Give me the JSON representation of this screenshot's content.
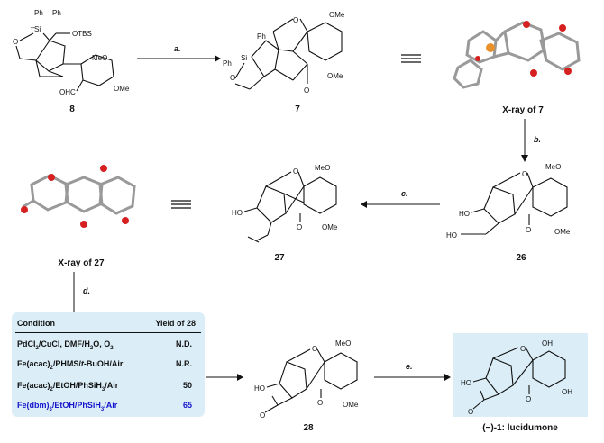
{
  "compounds": {
    "c8": "8",
    "c7": "7",
    "xray7": "X-ray of 7",
    "c26": "26",
    "c27": "27",
    "xray27": "X-ray of 27",
    "c28": "28",
    "final": "(−)-1: lucidumone"
  },
  "steps": {
    "a": "a.",
    "b": "b.",
    "c": "c.",
    "d": "d.",
    "e": "e."
  },
  "atoms": {
    "ph": "Ph",
    "si": "Si",
    "o": "O",
    "otbs": "OTBS",
    "meo": "MeO",
    "ome": "OMe",
    "ohc": "OHC",
    "ho": "HO",
    "oh": "OH"
  },
  "table": {
    "header_condition": "Condition",
    "header_yield": "Yield of 28",
    "rows": [
      {
        "condition": "PdCl2/CuCl, DMF/H2O, O2",
        "yield": "N.D.",
        "highlight": false
      },
      {
        "condition": "Fe(acac)2/PHMS/t-BuOH/Air",
        "yield": "N.R.",
        "highlight": false
      },
      {
        "condition": "Fe(acac)2/EtOH/PhSiH3/Air",
        "yield": "50",
        "highlight": false
      },
      {
        "condition": "Fe(dbm)3/EtOH/PhSiH3/Air",
        "yield": "65",
        "highlight": true
      }
    ]
  },
  "colors": {
    "table_bg": "#dbeef8",
    "highlight": "#1515cc",
    "oxygen_red": "#d62020",
    "silicon_orange": "#e8902a"
  }
}
